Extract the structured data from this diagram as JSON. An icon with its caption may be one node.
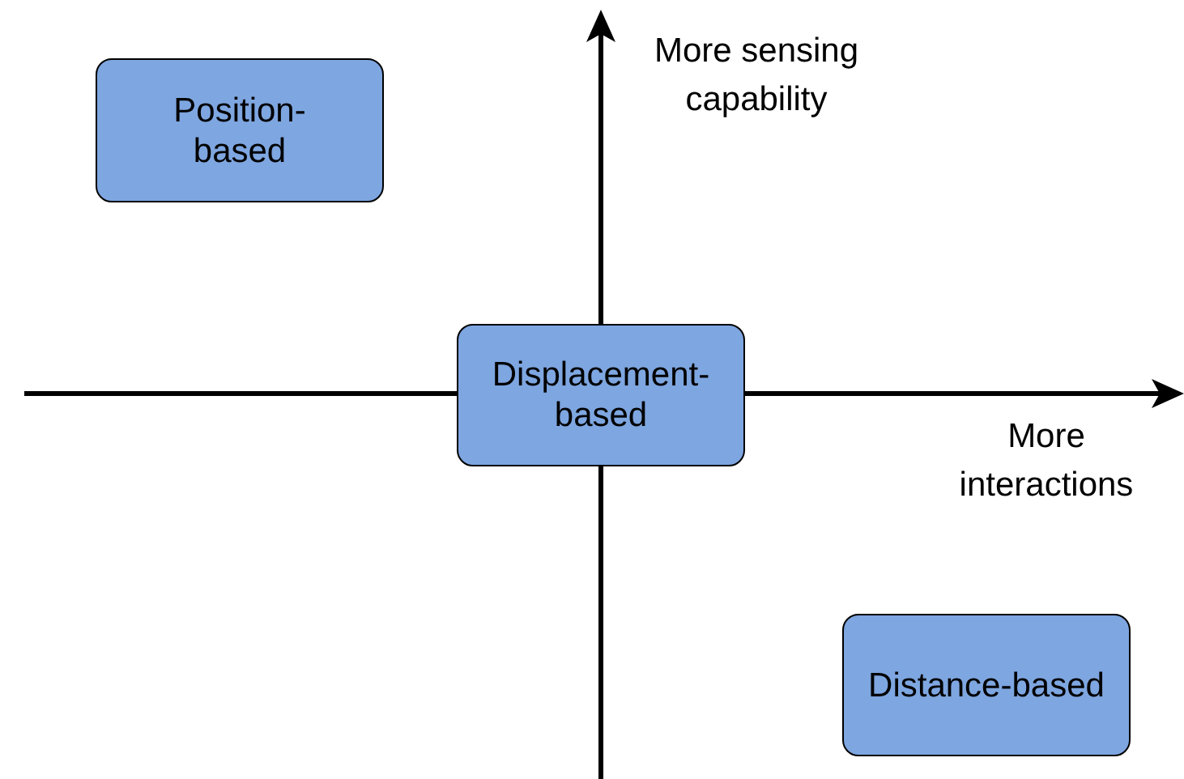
{
  "diagram": {
    "nodes": [
      {
        "text": [
          "Position-based"
        ]
      },
      {
        "text": [
          "Displacement-based"
        ]
      },
      {
        "text": [
          "Distance-based"
        ]
      }
    ],
    "labels": [
      "More sensing capability",
      "More interactions"
    ]
  }
}
